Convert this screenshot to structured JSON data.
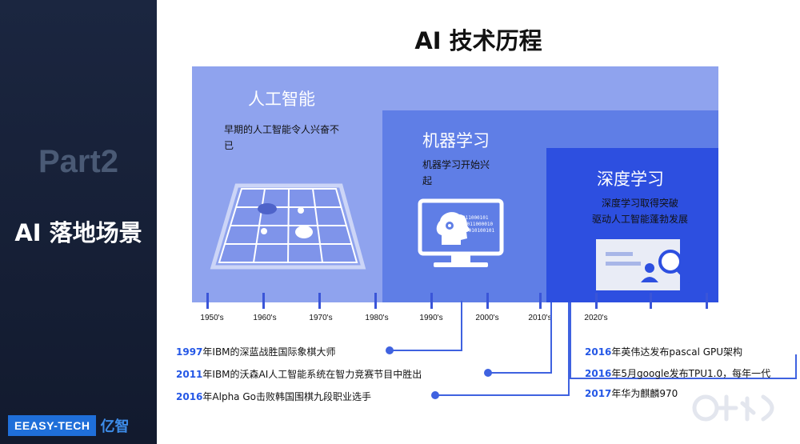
{
  "sidebar": {
    "part": "Part2",
    "section_title": "AI 落地场景",
    "brand_en": "EEASY-TECH",
    "brand_cn": "亿智"
  },
  "title": "AI 技术历程",
  "panels": [
    {
      "title": "人工智能",
      "desc_line1": "早期的人工智能令人兴奋不",
      "desc_line2": "已",
      "icon": "go-board-icon"
    },
    {
      "title": "机器学习",
      "desc_line1": "机器学习开始兴",
      "desc_line2": "起",
      "icon": "monitor-brain-icon",
      "screen_digits": [
        "011000101",
        "1011000010",
        "0010100101"
      ]
    },
    {
      "title": "深度学习",
      "desc_line1": "深度学习取得突破",
      "desc_line2": "驱动人工智能蓬勃发展",
      "icon": "profile-card-search-icon"
    }
  ],
  "timeline": {
    "decades": [
      "1950's",
      "1960's",
      "1970's",
      "1980's",
      "1990's",
      "2000's",
      "2010's",
      "2020's"
    ]
  },
  "events_left": [
    {
      "year": "1997",
      "text": "年IBM的深蓝战胜国际象棋大师"
    },
    {
      "year": "2011",
      "text": "年IBM的沃森AI人工智能系统在智力竞赛节目中胜出"
    },
    {
      "year": "2016",
      "text": "年Alpha Go击败韩国围棋九段职业选手"
    }
  ],
  "events_right": [
    {
      "year": "2016",
      "text": "年英伟达发布pascal GPU架构"
    },
    {
      "year": "2016",
      "text": "年5月google发布TPU1.0，每年一代"
    },
    {
      "year": "2017",
      "text": "年华为麒麟970"
    }
  ],
  "colors": {
    "sidebar": "#121a2e",
    "panel_light": "#8fa3ee",
    "panel_mid": "#5f7ee6",
    "panel_dark": "#2d4fe0",
    "accent": "#2457e6"
  }
}
